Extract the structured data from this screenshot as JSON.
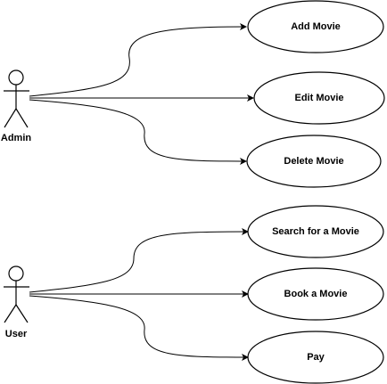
{
  "actors": [
    {
      "id": "admin",
      "label": "Admin"
    },
    {
      "id": "user",
      "label": "User"
    }
  ],
  "use_cases": [
    {
      "id": "add-movie",
      "label": "Add Movie",
      "actor": "admin"
    },
    {
      "id": "edit-movie",
      "label": "Edit Movie",
      "actor": "admin"
    },
    {
      "id": "delete-movie",
      "label": "Delete Movie",
      "actor": "admin"
    },
    {
      "id": "search-movie",
      "label": "Search for a Movie",
      "actor": "user"
    },
    {
      "id": "book-movie",
      "label": "Book a Movie",
      "actor": "user"
    },
    {
      "id": "pay",
      "label": "Pay",
      "actor": "user"
    }
  ],
  "colors": {
    "stroke": "#000000",
    "fill": "#ffffff",
    "text": "#000000"
  }
}
